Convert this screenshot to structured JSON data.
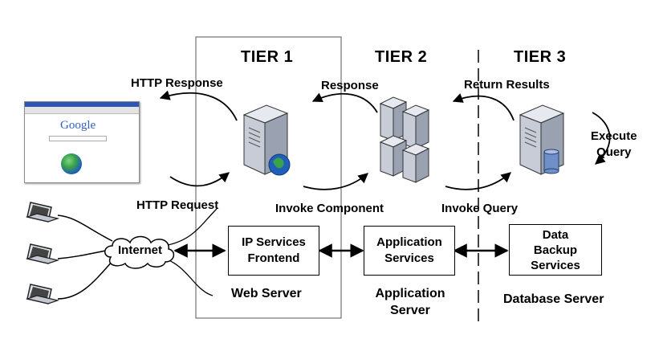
{
  "tiers": [
    "TIER 1",
    "TIER 2",
    "TIER 3"
  ],
  "flow_labels": {
    "http_response": "HTTP Response",
    "response": "Response",
    "return_results": "Return Results",
    "execute_query": [
      "Execute",
      "Query"
    ],
    "http_request": "HTTP Request",
    "invoke_component": "Invoke Component",
    "invoke_query": "Invoke Query"
  },
  "internet_label": "Internet",
  "browser": {
    "logo_text": "Google"
  },
  "services": {
    "ip_frontend": [
      "IP Services",
      "Frontend"
    ],
    "application": [
      "Application",
      "Services"
    ],
    "data_backup": [
      "Data",
      "Backup",
      "Services"
    ]
  },
  "server_labels": {
    "web": "Web Server",
    "application": [
      "Application",
      "Server"
    ],
    "database": "Database Server"
  },
  "colors": {
    "server_gray": "#c7ccd6",
    "globe_blue": "#1f5fb8",
    "globe_green": "#3aa34a",
    "db_blue": "#6f8fc9"
  }
}
